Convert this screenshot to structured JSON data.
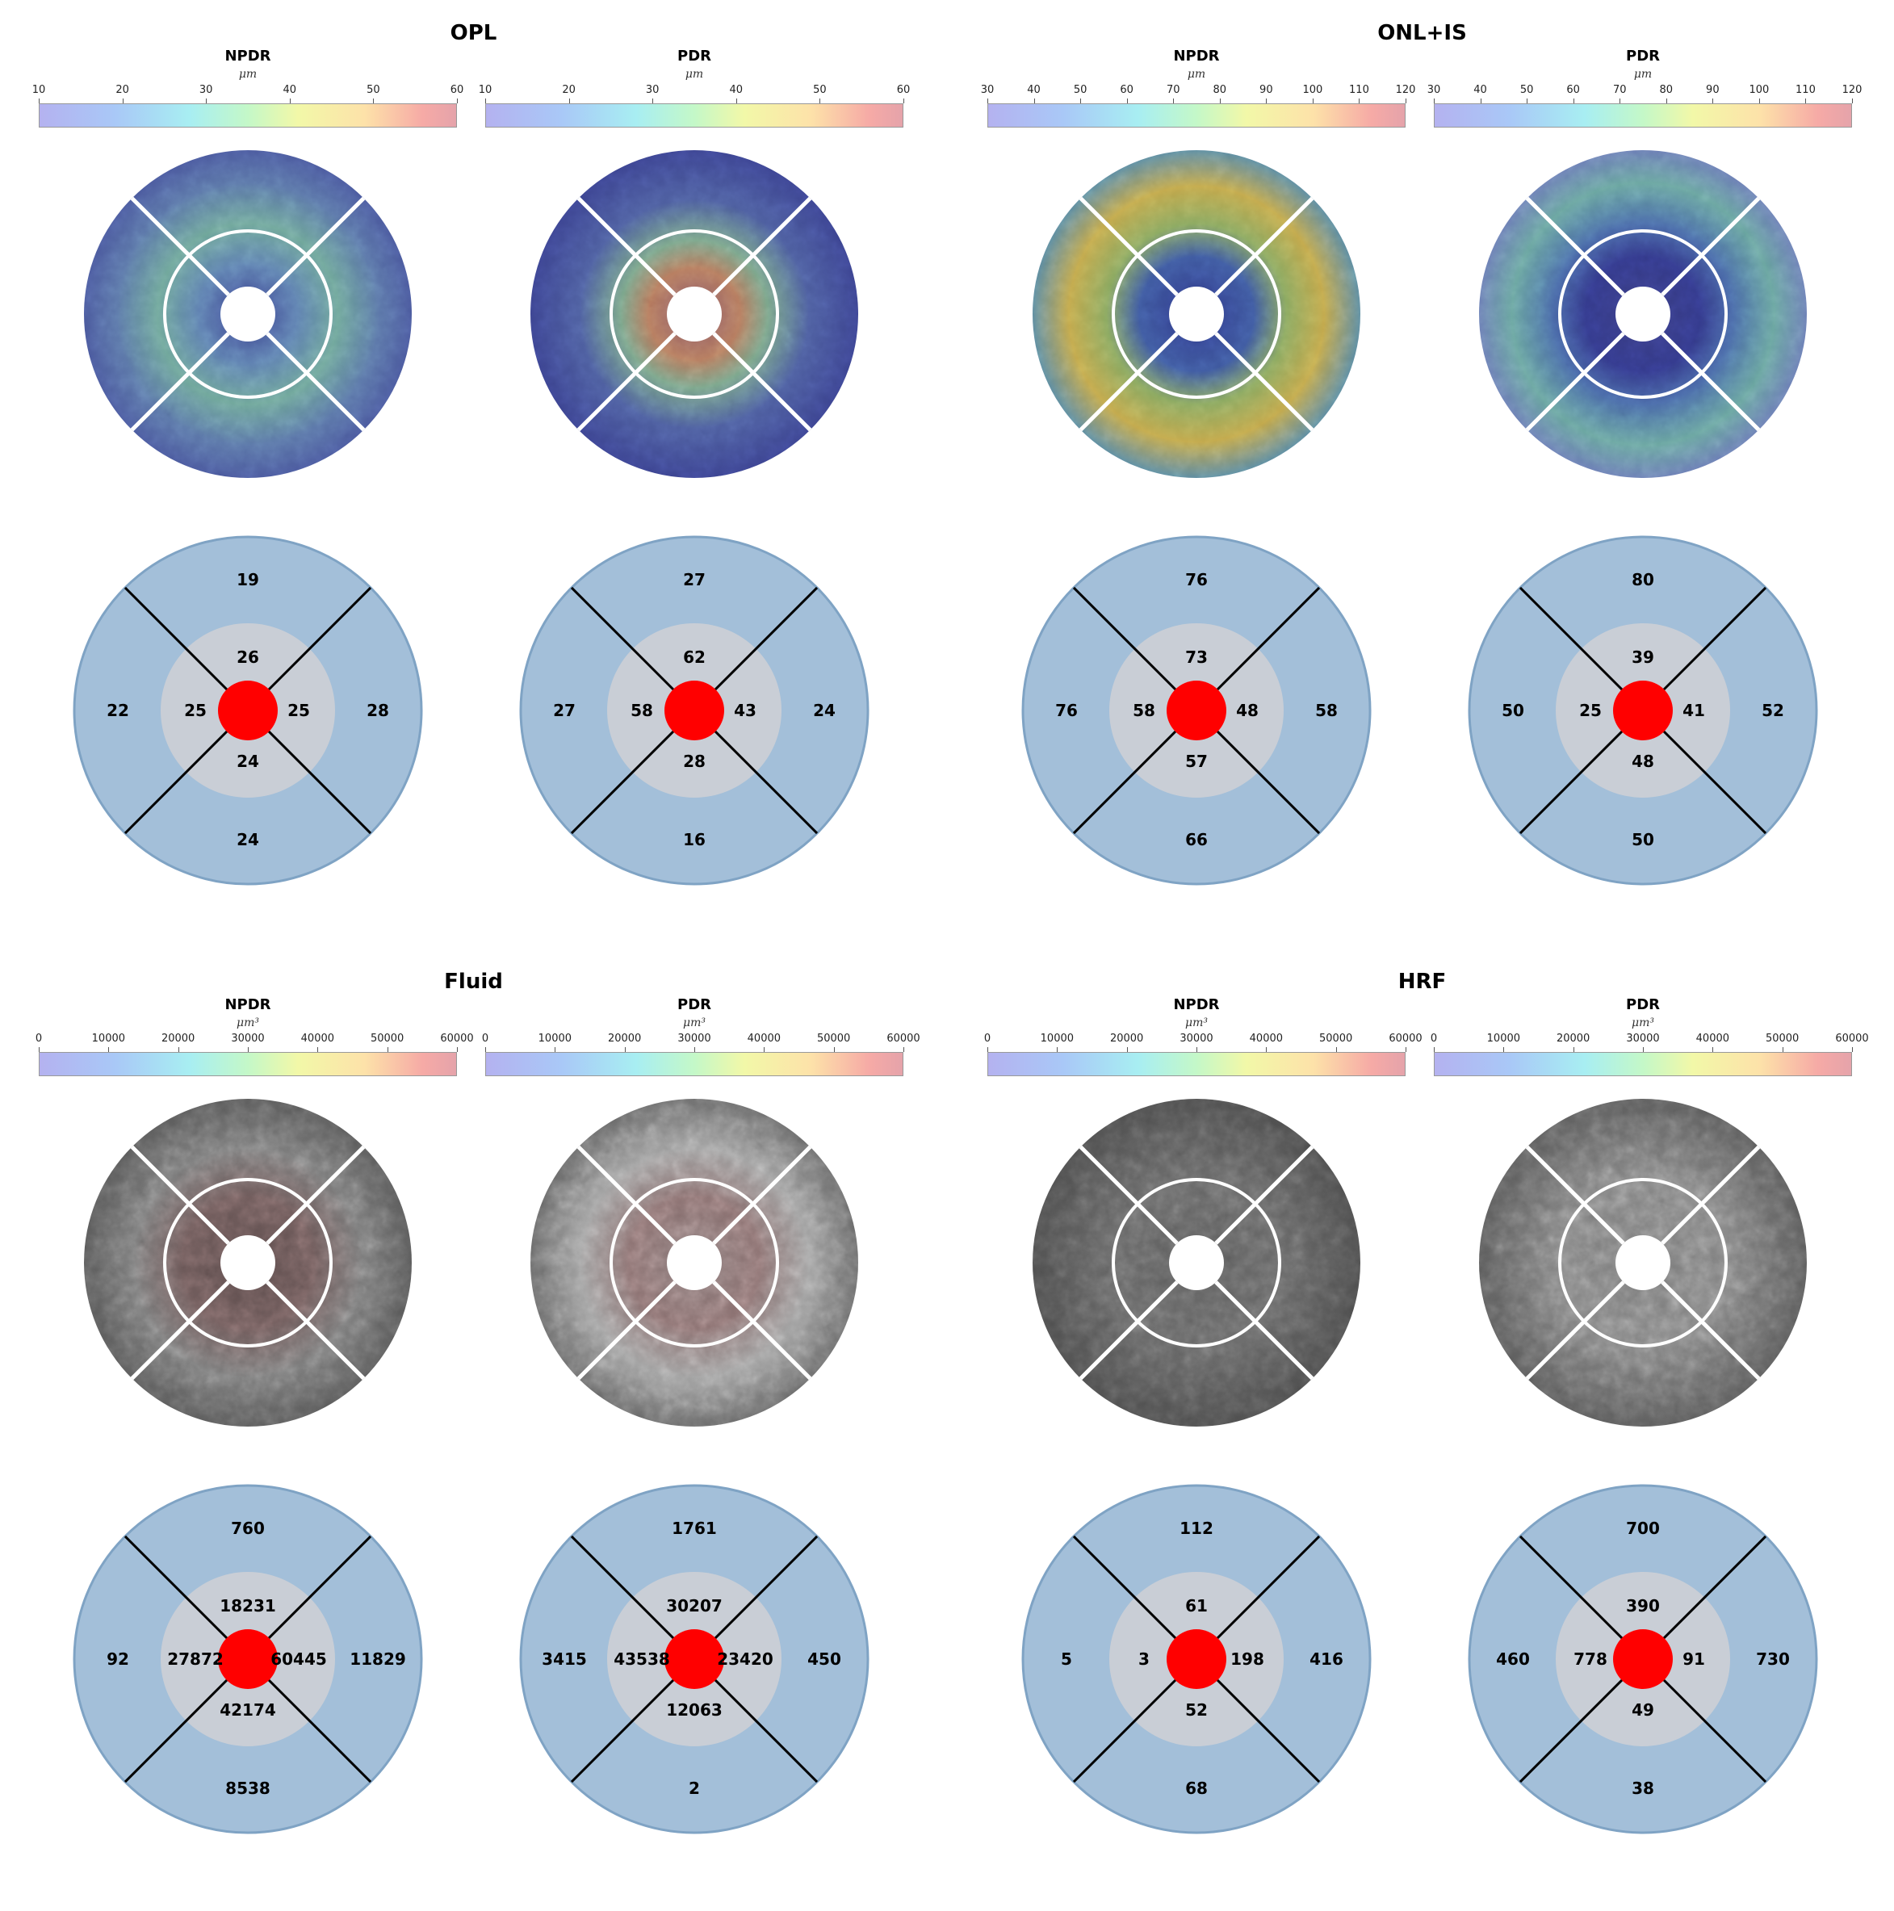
{
  "panels": [
    {
      "title": "OPL",
      "map_style": "heat",
      "maps": [
        {
          "label": "NPDR",
          "unit": "μm",
          "ticks": [
            "10",
            "20",
            "30",
            "40",
            "50",
            "60"
          ],
          "values": {
            "outer": {
              "top": "19",
              "left": "22",
              "right": "28",
              "bottom": "24"
            },
            "inner": {
              "top": "26",
              "left": "25",
              "right": "25",
              "bottom": "24"
            }
          }
        },
        {
          "label": "PDR",
          "unit": "μm",
          "ticks": [
            "10",
            "20",
            "30",
            "40",
            "50",
            "60"
          ],
          "values": {
            "outer": {
              "top": "27",
              "left": "27",
              "right": "24",
              "bottom": "16"
            },
            "inner": {
              "top": "62",
              "left": "58",
              "right": "43",
              "bottom": "28"
            }
          }
        }
      ]
    },
    {
      "title": "ONL+IS",
      "map_style": "heat",
      "maps": [
        {
          "label": "NPDR",
          "unit": "μm",
          "ticks": [
            "30",
            "40",
            "50",
            "60",
            "70",
            "80",
            "90",
            "100",
            "110",
            "120"
          ],
          "values": {
            "outer": {
              "top": "76",
              "left": "76",
              "right": "58",
              "bottom": "66"
            },
            "inner": {
              "top": "73",
              "left": "58",
              "right": "48",
              "bottom": "57"
            }
          }
        },
        {
          "label": "PDR",
          "unit": "μm",
          "ticks": [
            "30",
            "40",
            "50",
            "60",
            "70",
            "80",
            "90",
            "100",
            "110",
            "120"
          ],
          "values": {
            "outer": {
              "top": "80",
              "left": "50",
              "right": "52",
              "bottom": "50"
            },
            "inner": {
              "top": "39",
              "left": "25",
              "right": "41",
              "bottom": "48"
            }
          }
        }
      ]
    },
    {
      "title": "Fluid",
      "map_style": "gray",
      "maps": [
        {
          "label": "NPDR",
          "unit": "μm³",
          "ticks": [
            "0",
            "10000",
            "20000",
            "30000",
            "40000",
            "50000",
            "60000"
          ],
          "values": {
            "outer": {
              "top": "760",
              "left": "92",
              "right": "11829",
              "bottom": "8538"
            },
            "inner": {
              "top": "18231",
              "left": "27872",
              "right": "60445",
              "bottom": "42174"
            }
          }
        },
        {
          "label": "PDR",
          "unit": "μm³",
          "ticks": [
            "0",
            "10000",
            "20000",
            "30000",
            "40000",
            "50000",
            "60000"
          ],
          "values": {
            "outer": {
              "top": "1761",
              "left": "3415",
              "right": "450",
              "bottom": "2"
            },
            "inner": {
              "top": "30207",
              "left": "43538",
              "right": "23420",
              "bottom": "12063"
            }
          }
        }
      ]
    },
    {
      "title": "HRF",
      "map_style": "gray",
      "maps": [
        {
          "label": "NPDR",
          "unit": "μm³",
          "ticks": [
            "0",
            "10000",
            "20000",
            "30000",
            "40000",
            "50000",
            "60000"
          ],
          "values": {
            "outer": {
              "top": "112",
              "left": "5",
              "right": "416",
              "bottom": "68"
            },
            "inner": {
              "top": "61",
              "left": "3",
              "right": "198",
              "bottom": "52"
            }
          }
        },
        {
          "label": "PDR",
          "unit": "μm³",
          "ticks": [
            "0",
            "10000",
            "20000",
            "30000",
            "40000",
            "50000",
            "60000"
          ],
          "values": {
            "outer": {
              "top": "700",
              "left": "460",
              "right": "730",
              "bottom": "38"
            },
            "inner": {
              "top": "390",
              "left": "778",
              "right": "91",
              "bottom": "49"
            }
          }
        }
      ]
    }
  ],
  "colors": {
    "outer_ring": "#a3bfd9",
    "outer_ring_edge": "#7fa3c4",
    "inner_ring": "#c9ced6",
    "fovea": "#ff0000",
    "divider": "#000000",
    "map_overlay_line": "#ffffff"
  }
}
